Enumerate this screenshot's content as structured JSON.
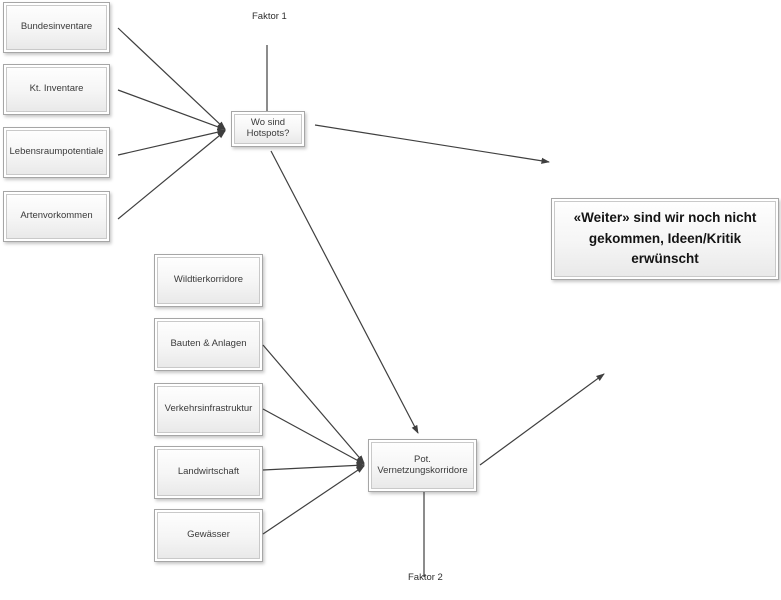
{
  "colors": {
    "background": "#ffffff",
    "arrow": "#3f3f3f",
    "box_border": "#a6a6a6",
    "box_inner_border": "#c9c9c9",
    "box_fill_top": "#fefefe",
    "box_fill_bottom": "#e9e9e9",
    "label_text": "#3a3a3a",
    "note_text": "#141414"
  },
  "source_boxes_hotspots": [
    "Bundesinventare",
    "Kt. Inventare",
    "Lebensraumpotentiale",
    "Artenvorkommen"
  ],
  "source_boxes_vernetzung": [
    "Wildtierkorridore",
    "Bauten & Anlagen",
    "Verkehrsinfrastruktur",
    "Landwirtschaft",
    "Gewässer"
  ],
  "process_boxes": {
    "hotspots": "Wo sind Hotspots?",
    "vernetzung": "Pot. Vernetzungskorridore"
  },
  "labels": {
    "factor1": "Faktor 1",
    "factor2": "Faktor 2"
  },
  "note": {
    "text": "«Weiter» sind wir noch nicht gekommen, Ideen/Kritik erwünscht"
  },
  "edges": [
    {
      "from": "Bundesinventare",
      "to": "Wo sind Hotspots?"
    },
    {
      "from": "Kt. Inventare",
      "to": "Wo sind Hotspots?"
    },
    {
      "from": "Lebensraumpotentiale",
      "to": "Wo sind Hotspots?"
    },
    {
      "from": "Artenvorkommen",
      "to": "Wo sind Hotspots?"
    },
    {
      "from": "Faktor 1",
      "to": "Wo sind Hotspots?"
    },
    {
      "from": "Wo sind Hotspots?",
      "to": "(right, open end)"
    },
    {
      "from": "Wo sind Hotspots?",
      "to": "Pot. Vernetzungskorridore"
    },
    {
      "from": "Bauten & Anlagen",
      "to": "Pot. Vernetzungskorridore"
    },
    {
      "from": "Verkehrsinfrastruktur",
      "to": "Pot. Vernetzungskorridore"
    },
    {
      "from": "Landwirtschaft",
      "to": "Pot. Vernetzungskorridore"
    },
    {
      "from": "Gewässer",
      "to": "Pot. Vernetzungskorridore"
    },
    {
      "from": "Faktor 2",
      "to": "Pot. Vernetzungskorridore"
    },
    {
      "from": "Pot. Vernetzungskorridore",
      "to": "(upper right, open end)"
    }
  ]
}
